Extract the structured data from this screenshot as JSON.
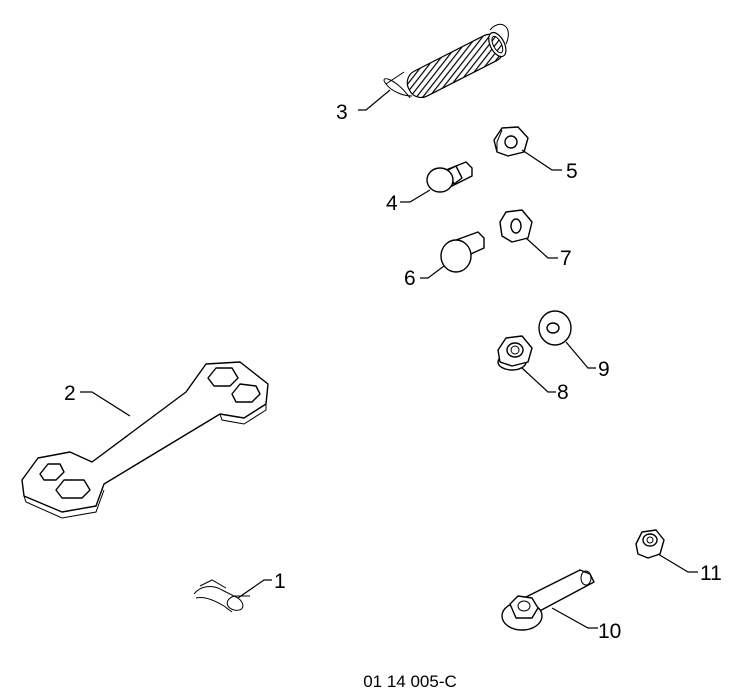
{
  "callouts": {
    "c1": "1",
    "c2": "2",
    "c3": "3",
    "c4": "4",
    "c5": "5",
    "c6": "6",
    "c7": "7",
    "c8": "8",
    "c9": "9",
    "c10": "10",
    "c11": "11"
  },
  "figure_code": "01 14 005-C"
}
